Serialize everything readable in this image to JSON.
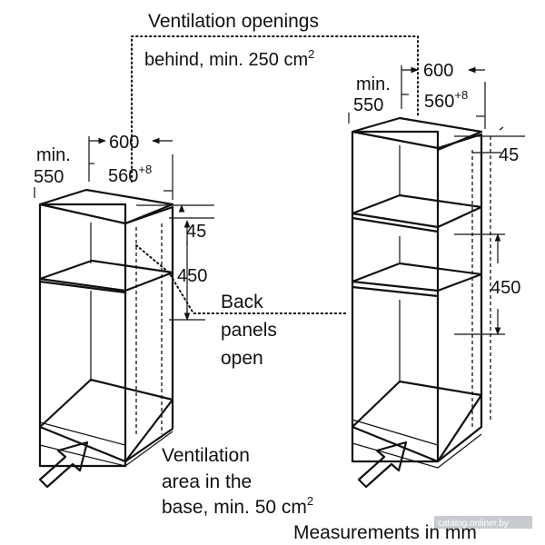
{
  "title": {
    "line1": "Ventilation openings",
    "line2": "behind, min. 250 cm",
    "line2_sup": "2"
  },
  "left_cabinet": {
    "dim_min_line1": "min.",
    "dim_min_line2": "550",
    "dim_width": "600",
    "dim_inner": "560",
    "dim_inner_sup": "+8",
    "dim_depth": "45",
    "dim_height": "450"
  },
  "right_cabinet": {
    "dim_min_line1": "min.",
    "dim_min_line2": "550",
    "dim_width": "600",
    "dim_inner": "560",
    "dim_inner_sup": "+8",
    "dim_depth": "45",
    "dim_height": "450"
  },
  "back_panels": {
    "line1": "Back",
    "line2": "panels",
    "line3": "open"
  },
  "base_vent": {
    "line1": "Ventilation",
    "line2": "area in the",
    "line3": "base, min. 50 cm",
    "line3_sup": "2"
  },
  "footer": {
    "measurements": "Measurements in mm",
    "watermark": "catalog.onliner.by"
  }
}
